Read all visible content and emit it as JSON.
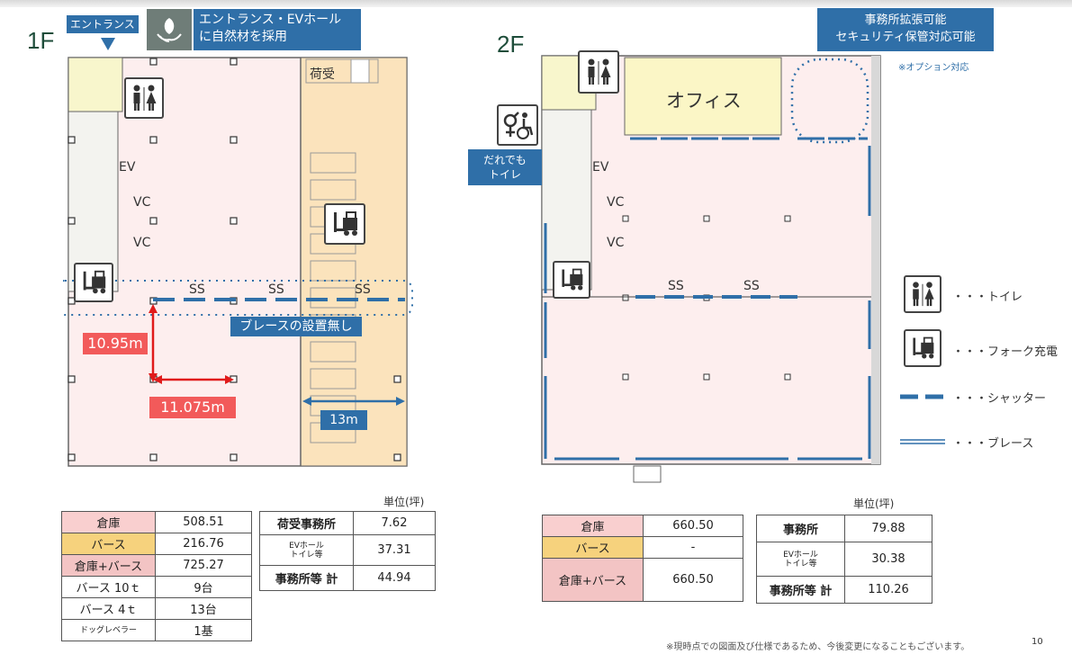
{
  "floor1": {
    "label": "1F",
    "entrance_label": "エントランス",
    "entrance_note": "エントランス・EVホール\nに自然材を採用",
    "nieuke_label": "荷受",
    "ev_label": "EV",
    "vc_label": "VC",
    "ss_label": "SS",
    "brace_note": "ブレースの設置無し",
    "dim_vertical": "10.95m",
    "dim_horizontal": "11.075m",
    "dim_berth": "13m"
  },
  "floor2": {
    "label": "2F",
    "office_label": "オフィス",
    "expand_note_1": "事務所拡張可能",
    "expand_note_2": "セキュリティ保管対応可能",
    "option_note": "※オプション対応",
    "anyone_toilet_1": "だれでも",
    "anyone_toilet_2": "トイレ",
    "ev_label": "EV",
    "vc_label": "VC",
    "ss_label": "SS"
  },
  "legend": {
    "toilet": "・・・トイレ",
    "fork": "・・・フォーク充電",
    "shutter": "・・・シャッター",
    "brace": "・・・ブレース"
  },
  "unit_label": "単位(坪)",
  "table1a": [
    [
      "倉庫",
      "508.51"
    ],
    [
      "バース",
      "216.76"
    ],
    [
      "倉庫+バース",
      "725.27"
    ],
    [
      "バース 10ｔ",
      "9台"
    ],
    [
      "バース 4ｔ",
      "13台"
    ],
    [
      "ドッグレベラー",
      "1基"
    ]
  ],
  "table1b": [
    [
      "荷受事務所",
      "7.62"
    ],
    [
      "EVホール\nトイレ等",
      "37.31"
    ],
    [
      "事務所等 計",
      "44.94"
    ]
  ],
  "table2a": [
    [
      "倉庫",
      "660.50"
    ],
    [
      "バース",
      "-"
    ],
    [
      "倉庫+バース",
      "660.50"
    ]
  ],
  "table2b": [
    [
      "事務所",
      "79.88"
    ],
    [
      "EVホール\nトイレ等",
      "30.38"
    ],
    [
      "事務所等 計",
      "110.26"
    ]
  ],
  "footnote": "※現時点での図面及び仕様であるため、今後変更になることもございます。",
  "page_number": "10",
  "colors": {
    "accent_blue": "#2f6fa8",
    "warehouse_pink": "#fbe9e9",
    "berth_orange": "#fbe3bc",
    "office_yellow": "#fbf6c6",
    "dim_red": "#f25a5a"
  }
}
